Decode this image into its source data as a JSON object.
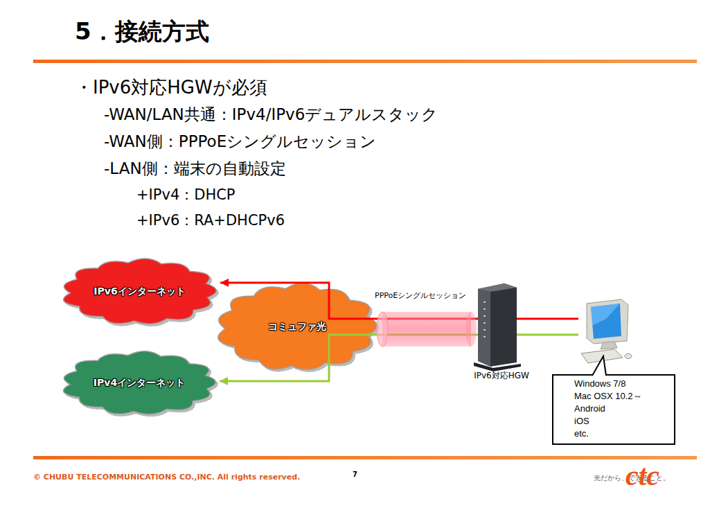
{
  "diagram": {
    "title": "5．接続方式",
    "nodes": [
      {
        "text": [
          "IPv6インターネット"
        ]
      },
      {
        "text": [
          "コミュファ光"
        ]
      },
      {
        "text": [
          "IPv4インターネット"
        ]
      },
      {
        "text": [
          "IPv6対応HGW"
        ]
      },
      {
        "text": [
          "Windows 7/8",
          "Mac OSX 10.2～",
          "Android",
          "iOS",
          "etc."
        ]
      }
    ],
    "edges": [
      {
        "from": 4,
        "to": 0,
        "arrow": "to"
      },
      {
        "from": 4,
        "to": 2,
        "arrow": "to"
      }
    ],
    "labels": [
      "・IPv6対応HGWが必須",
      "-WAN/LAN共通：IPv4/IPv6デュアルスタック",
      "-WAN側：PPPoEシングルセッション",
      "-LAN側：端末の自動設定",
      "+IPv4：DHCP",
      "+IPv6：RA+DHCPv6",
      "PPPoEシングルセッション",
      "© CHUBU TELECOMMUNICATIONS CO.,INC. All rights reserved.",
      "7",
      "光だから、できること。",
      "ctc"
    ]
  }
}
